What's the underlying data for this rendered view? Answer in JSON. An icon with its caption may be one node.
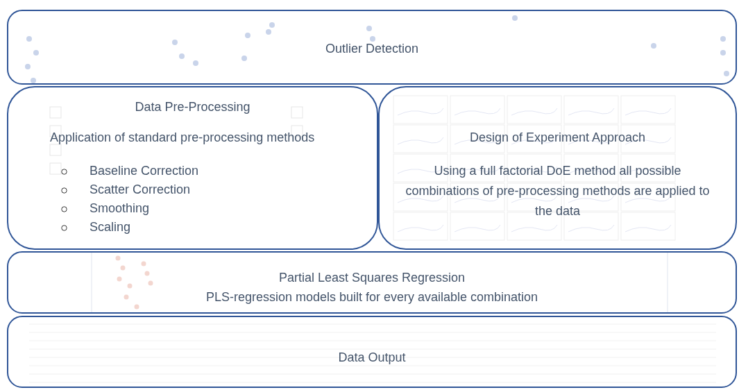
{
  "diagram": {
    "nodes": [
      {
        "text": [
          "Outlier Detection"
        ]
      },
      {
        "text": [
          "Data Pre-Processing",
          "Application of standard pre-processing methods",
          "Baseline Correction",
          "Scatter Correction",
          "Smoothing",
          "Scaling"
        ]
      },
      {
        "text": [
          "Design of Experiment Approach",
          "Using a full factorial DoE method all possible combinations of pre-processing methods are applied to the data"
        ]
      },
      {
        "text": [
          "Partial Least Squares Regression",
          "PLS-regression models built for every available combination"
        ]
      },
      {
        "text": [
          "Data Output"
        ]
      }
    ]
  }
}
